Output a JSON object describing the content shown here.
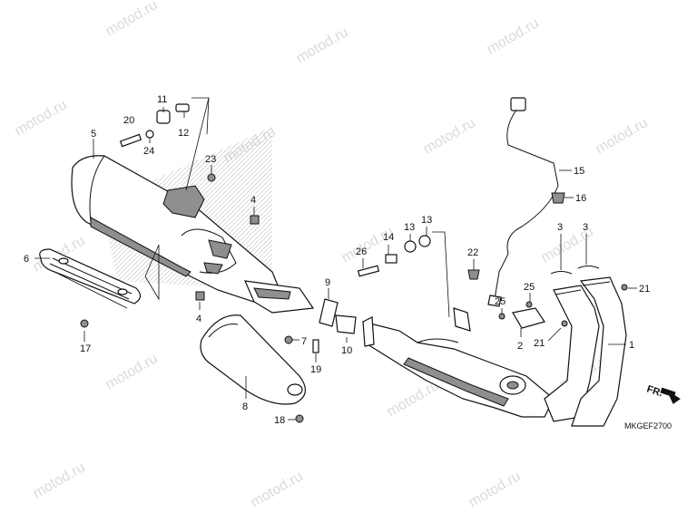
{
  "diagram_code": "MKGEF2700",
  "direction_label": "FR.",
  "watermark_text": "motod.ru",
  "callouts": {
    "c1": "1",
    "c2": "2",
    "c3a": "3",
    "c3b": "3",
    "c4a": "4",
    "c4b": "4",
    "c5": "5",
    "c6": "6",
    "c7": "7",
    "c8": "8",
    "c9": "9",
    "c10": "10",
    "c11": "11",
    "c12": "12",
    "c13a": "13",
    "c13b": "13",
    "c14": "14",
    "c15": "15",
    "c16": "16",
    "c17": "17",
    "c18": "18",
    "c19": "19",
    "c20": "20",
    "c21a": "21",
    "c21b": "21",
    "c22": "22",
    "c23": "23",
    "c24": "24",
    "c25a": "25",
    "c25b": "25",
    "c26": "26"
  },
  "colors": {
    "line": "#111111",
    "shade": "#8f8f8f",
    "watermark": "#d7dbe3",
    "background": "#ffffff"
  }
}
